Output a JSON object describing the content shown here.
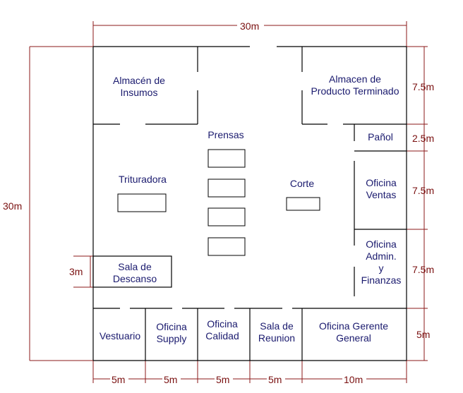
{
  "colors": {
    "walls": "#000000",
    "labels": "#1a1a6e",
    "dimensions": "#8b1a1a",
    "dimension_text": "#7a1010",
    "background": "#ffffff"
  },
  "rooms": {
    "almacen_insumos": [
      "Almacén de",
      "Insumos"
    ],
    "almacen_producto": [
      "Almacen de",
      "Producto Terminado"
    ],
    "panol": [
      "Pañol"
    ],
    "prensas": [
      "Prensas"
    ],
    "trituradora": [
      "Trituradora"
    ],
    "corte": [
      "Corte"
    ],
    "oficina_ventas": [
      "Oficina",
      "Ventas"
    ],
    "oficina_admin": [
      "Oficina",
      "Admin.",
      "y",
      "Finanzas"
    ],
    "sala_descanso": [
      "Sala de",
      "Descanso"
    ],
    "vestuario": [
      "Vestuario"
    ],
    "oficina_supply": [
      "Oficina",
      "Supply"
    ],
    "oficina_calidad": [
      "Oficina",
      "Calidad"
    ],
    "sala_reunion": [
      "Sala de",
      "Reunion"
    ],
    "oficina_gerente": [
      "Oficina Gerente",
      "General"
    ]
  },
  "dimensions": {
    "top_width": "30m",
    "left_height": "30m",
    "right_almacen": "7.5m",
    "right_panol": "2.5m",
    "right_ventas": "7.5m",
    "right_admin": "7.5m",
    "right_bottom": "5m",
    "descanso_height": "3m",
    "bottom_vestuario": "5m",
    "bottom_supply": "5m",
    "bottom_calidad": "5m",
    "bottom_reunion": "5m",
    "bottom_gerente": "10m"
  }
}
